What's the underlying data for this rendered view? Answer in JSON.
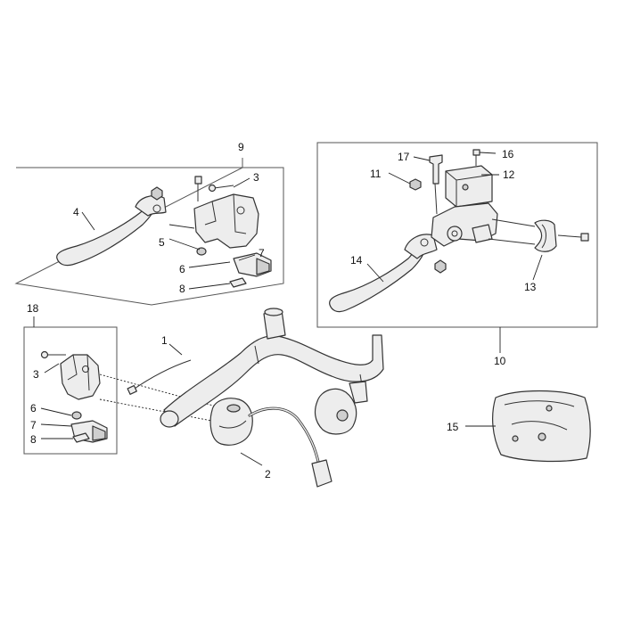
{
  "callouts": [
    {
      "id": "c1",
      "text": "1"
    },
    {
      "id": "c2",
      "text": "2"
    },
    {
      "id": "c3a",
      "text": "3"
    },
    {
      "id": "c3b",
      "text": "3"
    },
    {
      "id": "c4",
      "text": "4"
    },
    {
      "id": "c5",
      "text": "5"
    },
    {
      "id": "c6a",
      "text": "6"
    },
    {
      "id": "c6b",
      "text": "6"
    },
    {
      "id": "c7a",
      "text": "7"
    },
    {
      "id": "c7b",
      "text": "7"
    },
    {
      "id": "c8a",
      "text": "8"
    },
    {
      "id": "c8b",
      "text": "8"
    },
    {
      "id": "c9",
      "text": "9"
    },
    {
      "id": "c10",
      "text": "10"
    },
    {
      "id": "c11",
      "text": "11"
    },
    {
      "id": "c12",
      "text": "12"
    },
    {
      "id": "c13",
      "text": "13"
    },
    {
      "id": "c14",
      "text": "14"
    },
    {
      "id": "c15",
      "text": "15"
    },
    {
      "id": "c16",
      "text": "16"
    },
    {
      "id": "c17",
      "text": "17"
    },
    {
      "id": "c18",
      "text": "18"
    }
  ],
  "colors": {
    "line": "#333333",
    "part_fill": "#ededed",
    "background": "#ffffff"
  }
}
